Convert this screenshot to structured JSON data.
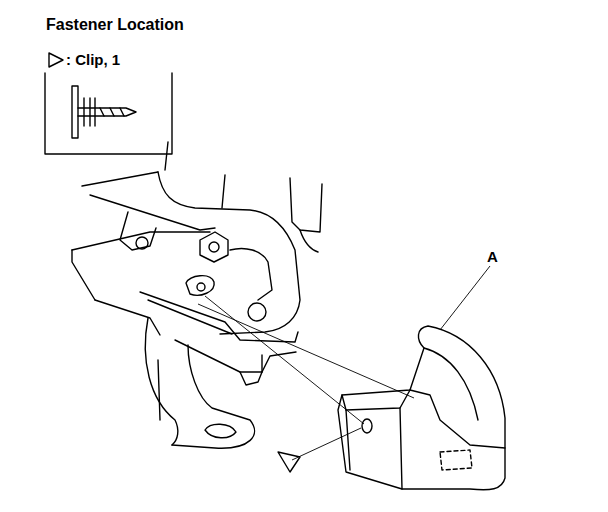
{
  "diagram": {
    "title": "Fastener Location",
    "labels": [
      "A"
    ],
    "legend": [
      {
        "text": ": Clip, 1"
      }
    ]
  }
}
